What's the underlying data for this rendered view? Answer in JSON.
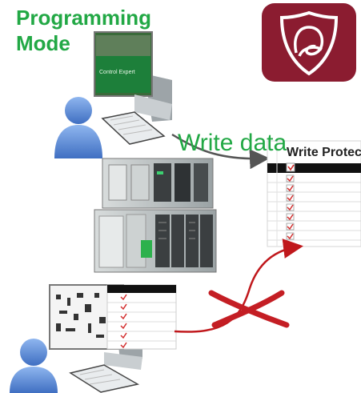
{
  "diagram": {
    "mode_title_line1": "Programming",
    "mode_title_line2": "Mode",
    "write_label": "Write data",
    "table_header": "Write Protect",
    "colors": {
      "title_green": "#22a845",
      "badge_maroon": "#8b1c30",
      "user_blue": "#5b8ed8",
      "arrow_gray": "#555555",
      "arrow_red": "#c0181c",
      "cross_red": "#c41e24"
    },
    "icons": [
      "user-icon",
      "computer-monitor-icon",
      "keyboard-icon",
      "write-protect-badge-icon",
      "plc-controller-icon",
      "cross-mark-icon"
    ]
  }
}
